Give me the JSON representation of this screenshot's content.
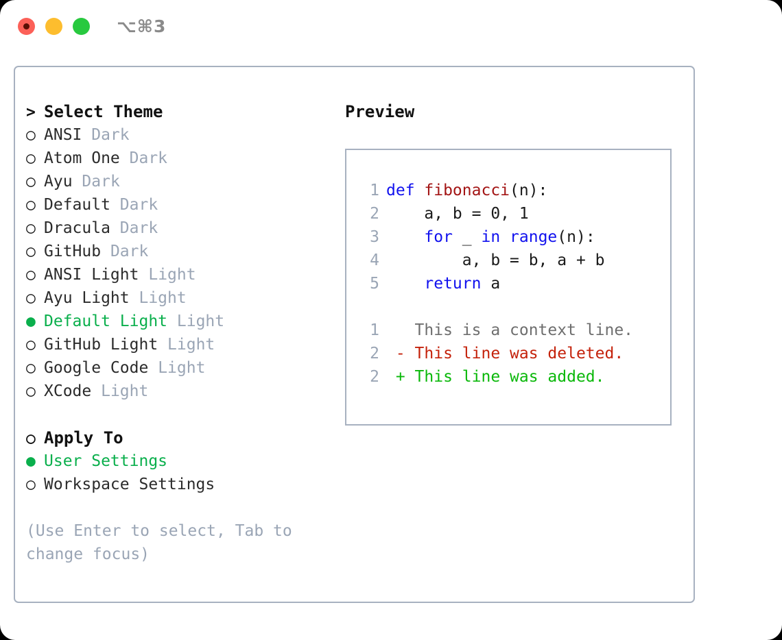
{
  "window": {
    "shortcut_label": "⌥⌘3",
    "traffic_lights": [
      "close",
      "minimize",
      "maximize"
    ]
  },
  "theme_picker": {
    "header": {
      "prefix": ">",
      "title": "Select Theme"
    },
    "items": [
      {
        "marker": "○",
        "label": "ANSI",
        "suffix": "Dark",
        "selected": false
      },
      {
        "marker": "○",
        "label": "Atom One",
        "suffix": "Dark",
        "selected": false
      },
      {
        "marker": "○",
        "label": "Ayu",
        "suffix": "Dark",
        "selected": false
      },
      {
        "marker": "○",
        "label": "Default",
        "suffix": "Dark",
        "selected": false
      },
      {
        "marker": "○",
        "label": "Dracula",
        "suffix": "Dark",
        "selected": false
      },
      {
        "marker": "○",
        "label": "GitHub",
        "suffix": "Dark",
        "selected": false
      },
      {
        "marker": "○",
        "label": "ANSI Light",
        "suffix": "Light",
        "selected": false
      },
      {
        "marker": "○",
        "label": "Ayu Light",
        "suffix": "Light",
        "selected": false
      },
      {
        "marker": "●",
        "label": "Default Light",
        "suffix": "Light",
        "selected": true
      },
      {
        "marker": "○",
        "label": "GitHub Light",
        "suffix": "Light",
        "selected": false
      },
      {
        "marker": "○",
        "label": "Google Code",
        "suffix": "Light",
        "selected": false
      },
      {
        "marker": "○",
        "label": "XCode",
        "suffix": "Light",
        "selected": false
      }
    ]
  },
  "apply_to": {
    "header": "Apply To",
    "items": [
      {
        "marker": "●",
        "label": "User Settings",
        "selected": true
      },
      {
        "marker": "○",
        "label": "Workspace Settings",
        "selected": false
      }
    ]
  },
  "hint_text": "(Use Enter to select, Tab to change focus)",
  "preview": {
    "title": "Preview",
    "code_lines": [
      {
        "number": "1",
        "tokens": [
          {
            "text": "def ",
            "kind": "kw"
          },
          {
            "text": "fibonacci",
            "kind": "fn"
          },
          {
            "text": "(n):",
            "kind": "pl"
          }
        ]
      },
      {
        "number": "2",
        "tokens": [
          {
            "text": "    a, b = 0, 1",
            "kind": "pl"
          }
        ]
      },
      {
        "number": "3",
        "tokens": [
          {
            "text": "    ",
            "kind": "pl"
          },
          {
            "text": "for ",
            "kind": "kw"
          },
          {
            "text": "_ ",
            "kind": "pl"
          },
          {
            "text": "in ",
            "kind": "kw"
          },
          {
            "text": "range",
            "kind": "kw"
          },
          {
            "text": "(n):",
            "kind": "pl"
          }
        ]
      },
      {
        "number": "4",
        "tokens": [
          {
            "text": "        a, b = b, a + b",
            "kind": "pl"
          }
        ]
      },
      {
        "number": "5",
        "tokens": [
          {
            "text": "    ",
            "kind": "pl"
          },
          {
            "text": "return ",
            "kind": "kw"
          },
          {
            "text": "a",
            "kind": "pl"
          }
        ]
      }
    ],
    "diff_lines": [
      {
        "number": "1",
        "tokens": [
          {
            "text": "   This is a context line.",
            "kind": "ctx"
          }
        ]
      },
      {
        "number": "2",
        "tokens": [
          {
            "text": " - This line was deleted.",
            "kind": "del"
          }
        ]
      },
      {
        "number": "2",
        "tokens": [
          {
            "text": " + This line was added.",
            "kind": "add"
          }
        ]
      }
    ]
  },
  "colors": {
    "accent_green": "#0aaf4c",
    "diff_add": "#0ab80a",
    "diff_del": "#c4220b",
    "keyword_blue": "#1111ee",
    "function_red": "#a31515",
    "muted": "#9aa5b5",
    "border": "#a7b1c0",
    "close_red": "#fc6058",
    "minimize_yellow": "#fdbd2e",
    "maximize_green": "#28c93f"
  }
}
